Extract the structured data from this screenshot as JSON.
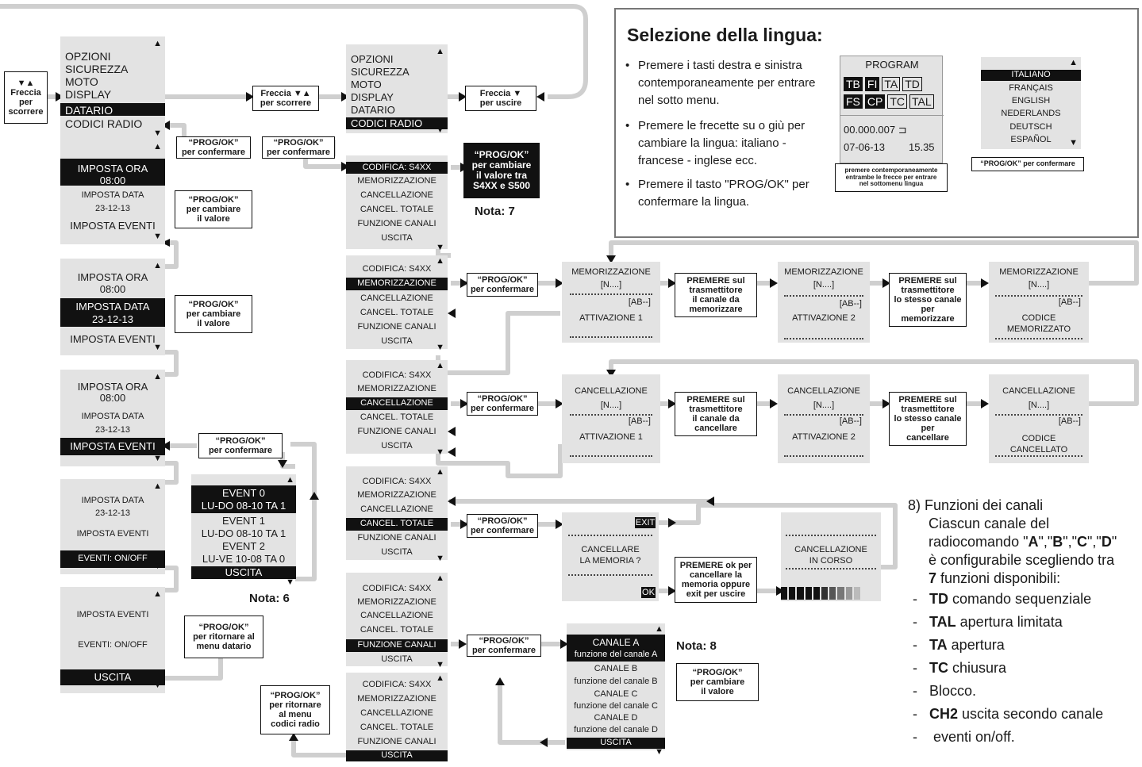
{
  "datario_menu": {
    "items": [
      "OPZIONI",
      "SICUREZZA",
      "MOTO",
      "DISPLAY",
      "DATARIO",
      "CODICI RADIO"
    ],
    "selected": "DATARIO"
  },
  "main_menu": {
    "items": [
      "OPZIONI",
      "SICUREZZA",
      "MOTO",
      "DISPLAY",
      "DATARIO",
      "CODICI RADIO"
    ],
    "selected": "CODICI RADIO"
  },
  "datario_screens": [
    [
      "IMPOSTA ORA",
      "08:00",
      "IMPOSTA DATA",
      "23-12-13",
      "IMPOSTA EVENTI"
    ],
    [
      "IMPOSTA ORA",
      "08:00",
      "IMPOSTA DATA",
      "23-12-13",
      "IMPOSTA EVENTI"
    ],
    [
      "IMPOSTA ORA",
      "08:00",
      "IMPOSTA DATA",
      "23-12-13",
      "IMPOSTA EVENTI"
    ],
    [
      "IMPOSTA DATA",
      "23-12-13",
      "IMPOSTA EVENTI",
      "EVENTI: ON/OFF"
    ],
    [
      "IMPOSTA EVENTI",
      "EVENTI: ON/OFF",
      "USCITA"
    ]
  ],
  "events_screen": [
    "EVENT 0",
    "LU-DO 08-10 TA 1",
    "EVENT 1",
    "LU-DO 08-10 TA 1",
    "EVENT 2",
    "LU-VE 10-08 TA 0",
    "USCITA"
  ],
  "radio_menu": {
    "items": [
      "CODIFICA: S4XX",
      "MEMORIZZAZIONE",
      "CANCELLAZIONE",
      "CANCEL. TOTALE",
      "FUNZIONE CANALI",
      "USCITA"
    ]
  },
  "mem_screens": [
    {
      "title": "MEMORIZZAZIONE",
      "code": "[N....]",
      "ab": "[AB--]",
      "bottom": [
        "ATTIVAZIONE 1"
      ]
    },
    {
      "title": "MEMORIZZAZIONE",
      "code": "[N....]",
      "ab": "[AB--]",
      "bottom": [
        "ATTIVAZIONE 2"
      ]
    },
    {
      "title": "MEMORIZZAZIONE",
      "code": "[N....]",
      "ab": "[AB--]",
      "bottom": [
        "CODICE",
        "MEMORIZZATO"
      ]
    }
  ],
  "canc_screens": [
    {
      "title": "CANCELLAZIONE",
      "code": "[N....]",
      "ab": "[AB--]",
      "bottom": [
        "ATTIVAZIONE 1"
      ]
    },
    {
      "title": "CANCELLAZIONE",
      "code": "[N....]",
      "ab": "[AB--]",
      "bottom": [
        "ATTIVAZIONE 2"
      ]
    },
    {
      "title": "CANCELLAZIONE",
      "code": "[N....]",
      "ab": "[AB--]",
      "bottom": [
        "CODICE",
        "CANCELLATO"
      ]
    }
  ],
  "tot_screen": {
    "exit": "EXIT",
    "question": [
      "CANCELLARE",
      "LA MEMORIA ?"
    ],
    "ok": "OK"
  },
  "progress_screen": {
    "lines": [
      "CANCELLAZIONE",
      "IN CORSO"
    ]
  },
  "canali_screen": [
    "CANALE A",
    "funzione del canale A",
    "CANALE B",
    "funzione del canale B",
    "CANALE C",
    "funzione del canale C",
    "CANALE D",
    "funzione del canale D",
    "USCITA"
  ],
  "labels": {
    "freccia_side": [
      "Freccia",
      "per",
      "scorrere"
    ],
    "freccia_scorrere": [
      "Freccia",
      "per scorrere"
    ],
    "freccia_uscire": [
      "Freccia",
      "per uscire"
    ],
    "prog_conf": [
      "“PROG/OK”",
      "per confermare"
    ],
    "prog_cambiare": [
      "“PROG/OK”",
      "per cambiare",
      "il valore"
    ],
    "prog_s4xx": [
      "“PROG/OK”",
      "per cambiare",
      "il valore tra",
      "S4XX e S500"
    ],
    "prog_ritornare_datario": [
      "“PROG/OK”",
      "per ritornare al",
      "menu datario"
    ],
    "prog_ritornare_radio": [
      "“PROG/OK”",
      "per ritornare",
      "al menu",
      "codici radio"
    ],
    "premere_mem": [
      "PREMERE sul",
      "trasmettitore",
      "il canale da",
      "memorizzare"
    ],
    "premere_mem2": [
      "PREMERE sul",
      "trasmettitore",
      "lo stesso canale",
      "per",
      "memorizzare"
    ],
    "premere_canc": [
      "PREMERE sul",
      "trasmettitore",
      "il canale da",
      "cancellare"
    ],
    "premere_canc2": [
      "PREMERE sul",
      "trasmettitore",
      "lo stesso canale",
      "per",
      "cancellare"
    ],
    "premere_ok": [
      "PREMERE ok per",
      "cancellare la",
      "memoria oppure",
      "exit per uscire"
    ]
  },
  "notes": {
    "n7": "Nota: 7",
    "n6": "Nota: 6",
    "n8": "Nota: 8"
  },
  "lingua": {
    "title": "Selezione della lingua:",
    "bullets": [
      "Premere  i tasti destra e sinistra contemporaneamente per entrare nel sotto menu.",
      "Premere le frecette su o giù per cambiare la lingua: italiano - francese - inglese ecc.",
      "Premere il tasto \"PROG/OK\" per confermare la lingua."
    ],
    "program_title": "PROGRAM",
    "program_row1": [
      "TB",
      "FI",
      "TA",
      "TD"
    ],
    "program_row2": [
      "FS",
      "CP",
      "TC",
      "TAL"
    ],
    "program_counter": "00.000.007",
    "program_date": "07-06-13",
    "program_time": "15.35",
    "program_note": [
      "premere contemporaneamente",
      "entrambe le frecce per entrare",
      "nel sottomenu lingua"
    ],
    "languages": [
      "ITALIANO",
      "FRANÇAIS",
      "ENGLISH",
      "NEDERLANDS",
      "DEUTSCH",
      "ESPAÑOL"
    ],
    "selected": "ITALIANO",
    "confirm": "“PROG/OK” per confermare"
  },
  "funzioni": {
    "heading": [
      "8)  Funzioni dei canali",
      "Ciascun canale del"
    ],
    "items": [
      {
        "key": "TD",
        "text": " comando sequenziale"
      },
      {
        "key": "TAL",
        "text": " apertura limitata"
      },
      {
        "key": "TA",
        "text": " apertura"
      },
      {
        "key": "TC",
        "text": " chiusura"
      },
      {
        "key": "",
        "text": "Blocco."
      },
      {
        "key": "CH2",
        "text": " uscita secondo canale"
      },
      {
        "key": "",
        "text": " eventi on/off."
      }
    ]
  }
}
